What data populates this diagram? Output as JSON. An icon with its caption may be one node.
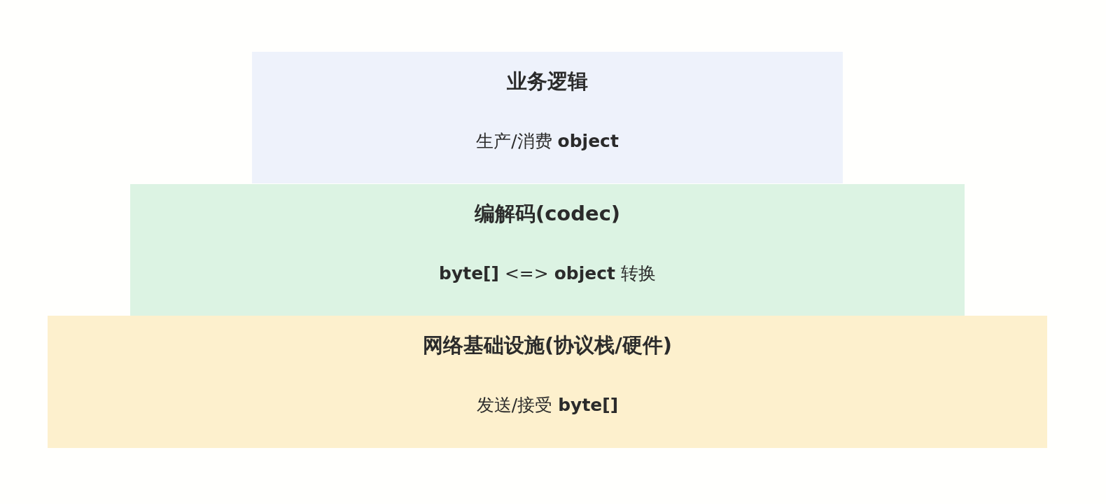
{
  "diagram": {
    "nodes": [
      {
        "text": [
          "业务逻辑",
          "生产/消费 **object**"
        ]
      },
      {
        "text": [
          "编解码(codec)",
          "**byte[]** <=> **object** 转换"
        ]
      },
      {
        "text": [
          "网络基础设施(协议栈/硬件)",
          "发送/接受 **byte[]**"
        ]
      }
    ]
  }
}
